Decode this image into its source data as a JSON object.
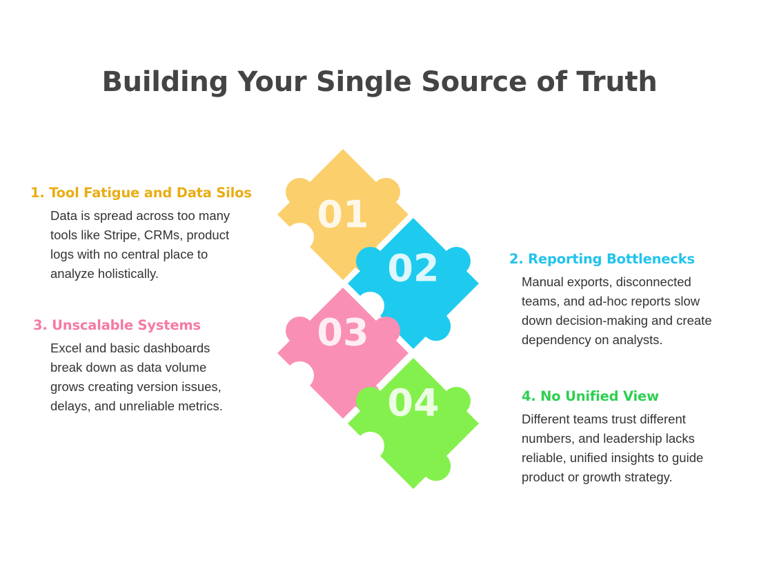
{
  "title": "Building Your Single Source of Truth",
  "colors": {
    "title": "#444444",
    "yellow": "#fbcf6b",
    "blue": "#1ecbee",
    "pink": "#f98fb4",
    "green": "#84f04e",
    "heading_yellow": "#e9ad14",
    "heading_blue": "#22c3ec",
    "heading_pink": "#f57aa3",
    "heading_green": "#2fcf52"
  },
  "pieces": [
    {
      "number": "01",
      "color": "yellow"
    },
    {
      "number": "02",
      "color": "blue"
    },
    {
      "number": "03",
      "color": "pink"
    },
    {
      "number": "04",
      "color": "green"
    }
  ],
  "items": [
    {
      "heading": "1. Tool Fatigue and Data Silos",
      "lines": [
        "Data is spread across too many",
        "tools like Stripe, CRMs, product",
        "logs with no central place to",
        "analyze holistically."
      ]
    },
    {
      "heading": "2. Reporting Bottlenecks",
      "lines": [
        "Manual exports, disconnected",
        "teams, and ad-hoc reports slow",
        "down decision-making and create",
        "dependency on analysts."
      ]
    },
    {
      "heading": "3. Unscalable Systems",
      "lines": [
        "Excel and basic dashboards",
        "break down as data volume",
        "grows creating version issues,",
        "delays, and unreliable metrics."
      ]
    },
    {
      "heading": "4. No Unified View",
      "lines": [
        "Different teams trust different",
        "numbers, and leadership lacks",
        "reliable, unified insights to guide",
        "product or growth strategy."
      ]
    }
  ]
}
